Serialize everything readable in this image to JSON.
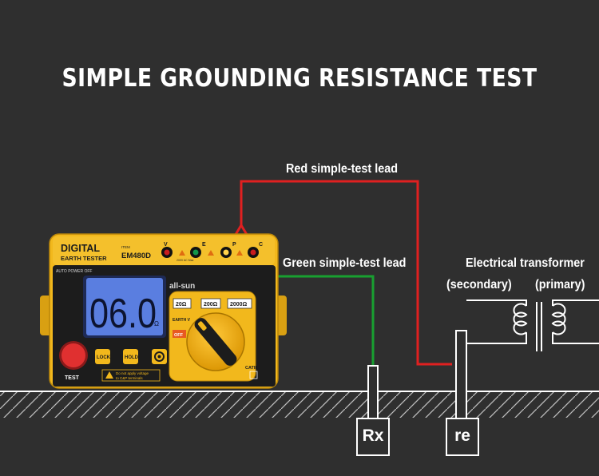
{
  "title": "SIMPLE GROUNDING RESISTANCE TEST",
  "labels": {
    "red_lead": "Red simple-test lead",
    "green_lead": "Green simple-test lead",
    "transformer": "Electrical transformer",
    "secondary": "(secondary)",
    "primary": "(primary)",
    "rx": "Rx",
    "re": "re"
  },
  "device": {
    "brand_line1": "DIGITAL",
    "brand_line2": "EARTH TESTER",
    "item_label": "ITEM",
    "model": "EM480D",
    "auto_power_off": "AUTO POWER OFF",
    "display_value": "06.0",
    "display_unit": "Ω",
    "logo": "all-sun",
    "terminal_v": "V",
    "terminal_e": "E",
    "terminal_p": "P",
    "terminal_c": "C",
    "range_20": "20Ω",
    "range_200": "200Ω",
    "range_2000": "2000Ω",
    "earth_v": "EARTH V",
    "off": "OFF",
    "cat": "CATII",
    "test_button": "TEST",
    "lock_button": "LOCK",
    "hold_button": "HOLD",
    "warning_line1": "Do not apply voltage",
    "warning_line2": "to C&P terminals",
    "terminal_warning": "200V AC Max"
  },
  "colors": {
    "background": "#2f2f2f",
    "red_lead": "#e02020",
    "green_lead": "#18a030",
    "device_yellow": "#f2b81c",
    "display_blue": "#5a7ee0",
    "line_white": "#ffffff"
  }
}
